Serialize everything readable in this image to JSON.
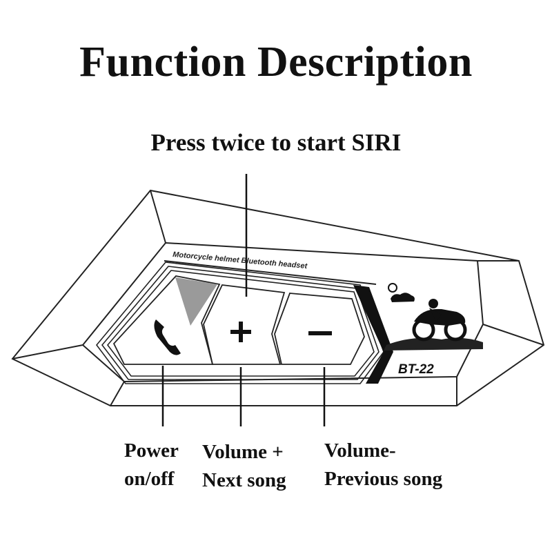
{
  "title": "Function Description",
  "siri_instruction": "Press twice to start SIRI",
  "device": {
    "brand_text": "Motorcycle helmet Bluetooth headset",
    "model": "BT-22"
  },
  "buttons": [
    {
      "icon": "phone-icon",
      "label_line1": "Power",
      "label_line2": "on/off"
    },
    {
      "icon": "plus-icon",
      "glyph": "+",
      "label_line1": "Volume +",
      "label_line2": "Next song"
    },
    {
      "icon": "minus-icon",
      "glyph": "—",
      "label_line1": "Volume-",
      "label_line2": "Previous song"
    }
  ],
  "colors": {
    "outline": "#222222",
    "indicator": "#9a9a9a",
    "background": "#ffffff"
  }
}
